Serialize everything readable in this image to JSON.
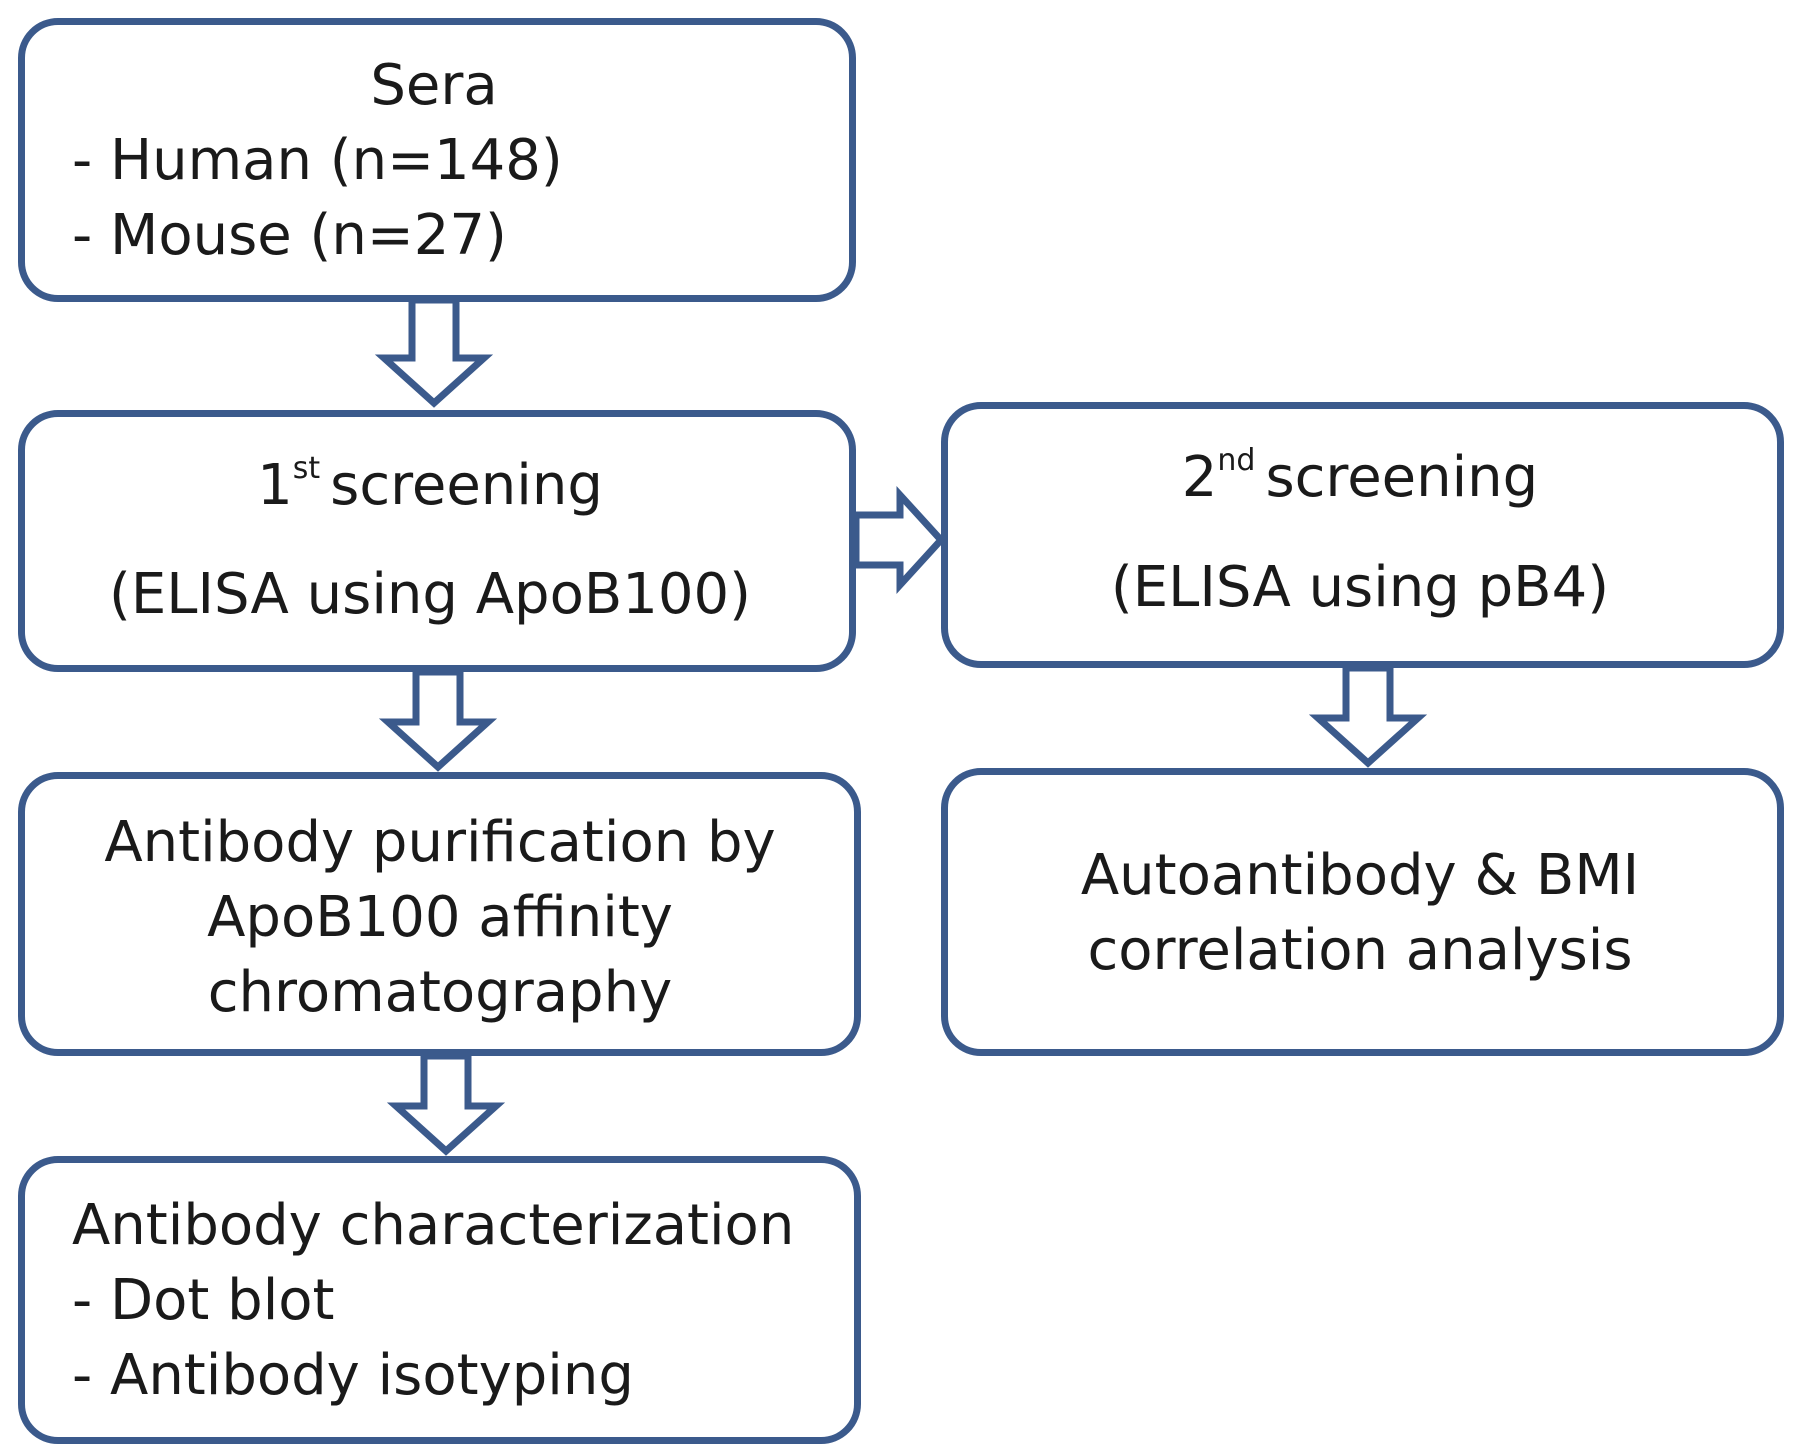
{
  "nodes": {
    "sera": {
      "title": "Sera",
      "items": [
        "- Human (n=148)",
        "- Mouse (n=27)"
      ]
    },
    "screening1": {
      "number": "1",
      "suffix": "st",
      "label": "screening",
      "sub": "(ELISA using ApoB100)"
    },
    "screening2": {
      "number": "2",
      "suffix": "nd",
      "label": "screening",
      "sub": "(ELISA using pB4)"
    },
    "purification": {
      "lines": [
        "Antibody purification by",
        "ApoB100 affinity",
        "chromatography"
      ]
    },
    "correlation": {
      "lines": [
        "Autoantibody & BMI",
        "correlation analysis"
      ]
    },
    "characterization": {
      "title": "Antibody characterization",
      "items": [
        "- Dot blot",
        "- Antibody isotyping"
      ]
    }
  },
  "colors": {
    "stroke": "#3b5a8c",
    "text": "#1a1a1a"
  }
}
